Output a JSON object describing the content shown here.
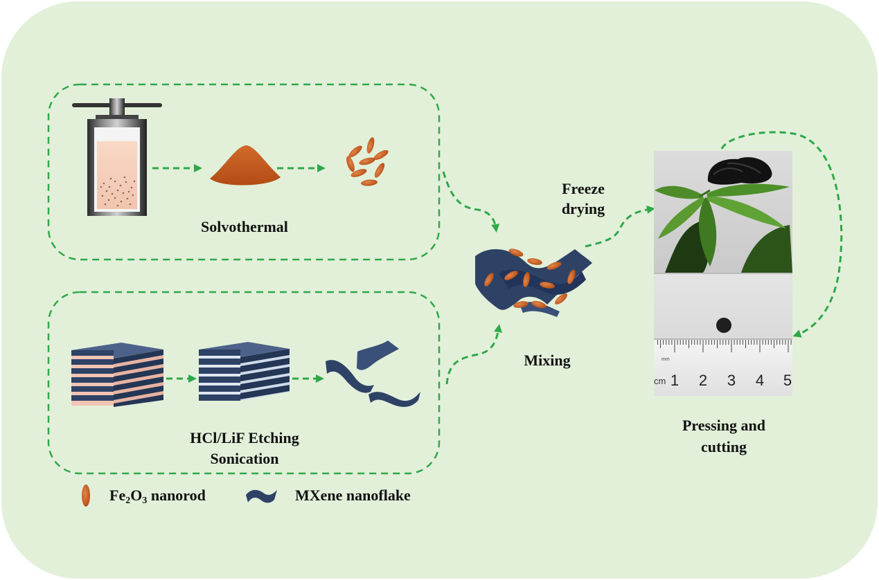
{
  "labels": {
    "solvothermal": "Solvothermal",
    "etching_line1": "HCl/LiF Etching",
    "etching_line2": "Sonication",
    "mixing": "Mixing",
    "freeze_line1": "Freeze",
    "freeze_line2": "drying",
    "pressing_line1": "Pressing and",
    "pressing_line2": "cutting"
  },
  "legend": {
    "nanorod_prefix": "Fe",
    "nanorod_sub1": "2",
    "nanorod_mid": "O",
    "nanorod_sub2": "3",
    "nanorod_suffix": " nanorod",
    "nanoflake": "MXene nanoflake"
  },
  "ruler": {
    "unit": "mm",
    "cm_label": "cm",
    "numbers": [
      "1",
      "2",
      "3",
      "4",
      "5"
    ]
  },
  "colors": {
    "background": "#e2f0d9",
    "dashed_green": "#2fa84a",
    "fe2o3_orange": "#c8571c",
    "mxene_navy": "#2e4266",
    "layer_pink": "#f2c4b4"
  }
}
